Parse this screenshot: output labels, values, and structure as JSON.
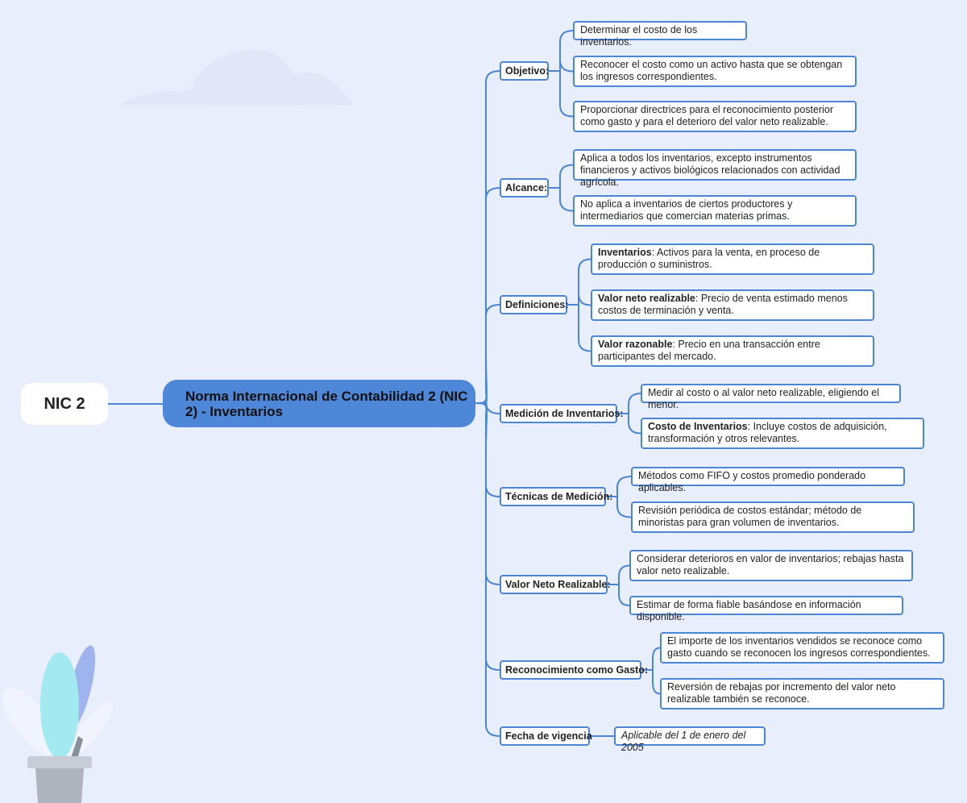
{
  "root": {
    "label": "NIC 2"
  },
  "main": {
    "label": "Norma Internacional de Contabilidad 2 (NIC 2) - Inventarios"
  },
  "branches": [
    {
      "label": "Objetivo:",
      "items": [
        {
          "text": "Determinar el costo de los inventarios."
        },
        {
          "text": "Reconocer el costo como un activo hasta que se obtengan los ingresos correspondientes."
        },
        {
          "text": "Proporcionar directrices para el reconocimiento posterior como gasto y para el deterioro del valor neto realizable."
        }
      ]
    },
    {
      "label": "Alcance:",
      "items": [
        {
          "text": "Aplica a todos los inventarios, excepto instrumentos financieros y activos biológicos relacionados con actividad agrícola."
        },
        {
          "text": "No aplica a inventarios de ciertos productores y intermediarios que comercian materias primas."
        }
      ]
    },
    {
      "label": "Definiciones:",
      "items": [
        {
          "term": "Inventarios",
          "text": ": Activos para la venta, en proceso de producción o suministros."
        },
        {
          "term": "Valor neto realizable",
          "text": ": Precio de venta estimado menos costos de terminación y venta."
        },
        {
          "term": "Valor razonable",
          "text": ": Precio en una transacción entre participantes del mercado."
        }
      ]
    },
    {
      "label": "Medición de Inventarios:",
      "items": [
        {
          "text": "Medir al costo o al valor neto realizable, eligiendo el menor."
        },
        {
          "term": "Costo de Inventarios",
          "text": ": Incluye costos de adquisición, transformación y otros relevantes."
        }
      ]
    },
    {
      "label": "Técnicas de Medición:",
      "items": [
        {
          "text": "Métodos como FIFO y costos promedio ponderado aplicables."
        },
        {
          "text": "Revisión periódica de costos estándar; método de minoristas para gran volumen de inventarios."
        }
      ]
    },
    {
      "label": "Valor Neto Realizable:",
      "items": [
        {
          "text": "Considerar deterioros en valor de inventarios; rebajas hasta valor neto realizable."
        },
        {
          "text": "Estimar de forma fiable basándose en información disponible."
        }
      ]
    },
    {
      "label": "Reconocimiento como Gasto:",
      "items": [
        {
          "text": "El importe de los inventarios vendidos se reconoce como gasto cuando se reconocen los ingresos correspondientes."
        },
        {
          "text": "Reversión de rebajas por incremento del valor neto realizable también se reconoce."
        }
      ]
    },
    {
      "label": "Fecha de vigencia",
      "items": [
        {
          "text": "Aplicable del 1 de enero del 2005",
          "italic": true
        }
      ]
    }
  ],
  "colors": {
    "background": "#e8eefc",
    "line": "#4a86d4",
    "main_fill": "#4f87d8",
    "box_fill": "#ffffff"
  },
  "decorations": [
    "cloud-shape",
    "potted-plant-illustration"
  ]
}
